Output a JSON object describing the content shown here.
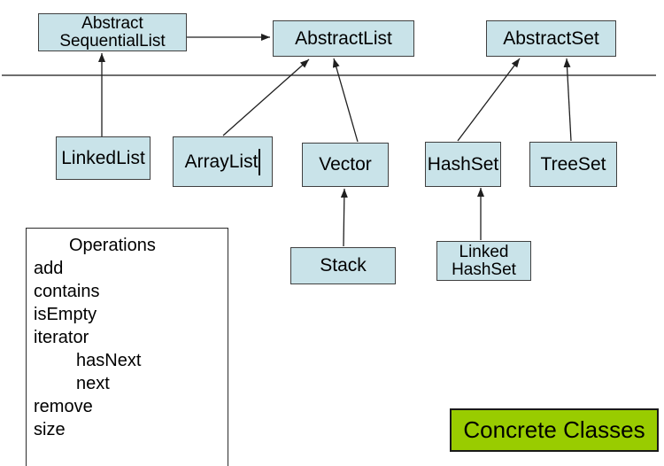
{
  "diagram": {
    "boxes": {
      "abstract_sequential_list": {
        "line1": "Abstract",
        "line2": "SequentialList"
      },
      "abstract_list": {
        "label": "AbstractList"
      },
      "abstract_set": {
        "label": "AbstractSet"
      },
      "linked_list": {
        "label": "LinkedList"
      },
      "array_list": {
        "label": "ArrayList"
      },
      "vector": {
        "label": "Vector"
      },
      "hash_set": {
        "label": "HashSet"
      },
      "tree_set": {
        "label": "TreeSet"
      },
      "stack": {
        "label": "Stack"
      },
      "linked_hash_set": {
        "line1": "Linked",
        "line2": "HashSet"
      }
    },
    "edges": [
      {
        "from": "AbstractSequentialList",
        "to": "AbstractList"
      },
      {
        "from": "LinkedList",
        "to": "AbstractSequentialList"
      },
      {
        "from": "ArrayList",
        "to": "AbstractList"
      },
      {
        "from": "Vector",
        "to": "AbstractList"
      },
      {
        "from": "HashSet",
        "to": "AbstractSet"
      },
      {
        "from": "TreeSet",
        "to": "AbstractSet"
      },
      {
        "from": "Stack",
        "to": "Vector"
      },
      {
        "from": "LinkedHashSet",
        "to": "HashSet"
      }
    ],
    "operations": {
      "title": "Operations",
      "items": [
        "add",
        "contains",
        "isEmpty",
        "iterator",
        "hasNext",
        "next",
        "remove",
        "size"
      ]
    },
    "legend": {
      "concrete_classes_label": "Concrete Classes"
    },
    "colors": {
      "class_box_fill": "#C9E3E9",
      "class_box_border": "#404040",
      "concrete_label_fill": "#99CC00",
      "line_color": "#1f1f1f"
    }
  }
}
